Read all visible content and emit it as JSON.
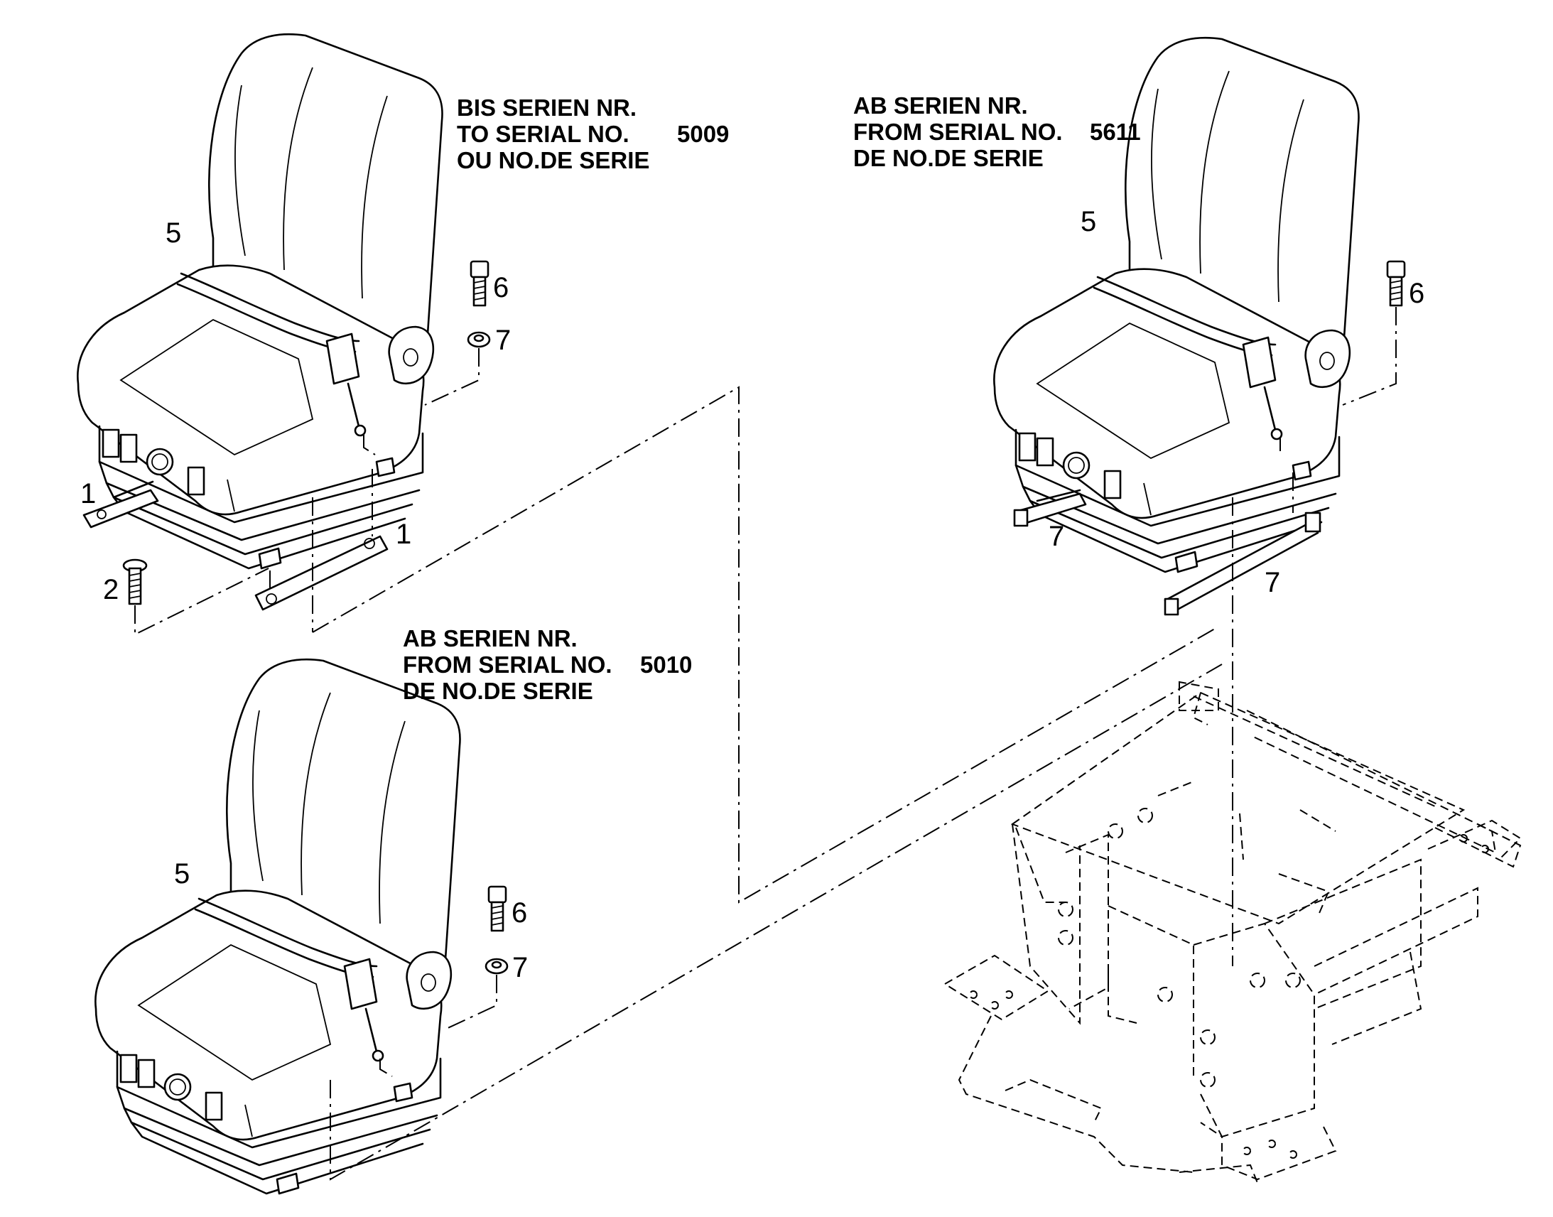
{
  "notes": [
    {
      "id": "note-to-5009",
      "lines": [
        "BIS SERIEN NR.",
        "TO SERIAL NO.",
        "OU NO.DE SERIE"
      ],
      "serial": "5009"
    },
    {
      "id": "note-from-5010",
      "lines": [
        "AB SERIEN NR.",
        "FROM SERIAL NO.",
        "DE NO.DE SERIE"
      ],
      "serial": "5010"
    },
    {
      "id": "note-from-5611",
      "lines": [
        "AB SERIEN NR.",
        "FROM SERIAL NO.",
        "DE NO.DE SERIE"
      ],
      "serial": "5611"
    }
  ],
  "callouts": {
    "seat1_seat": "5",
    "seat1_screw": "6",
    "seat1_washer": "7",
    "seat1_plate_left": "1",
    "seat1_plate_right": "1",
    "seat1_bolt": "2",
    "seat2_seat": "5",
    "seat2_screw": "6",
    "seat2_washer": "7",
    "seat3_seat": "5",
    "seat3_screw": "6",
    "seat3_rail_left": "7",
    "seat3_rail_right": "7"
  }
}
